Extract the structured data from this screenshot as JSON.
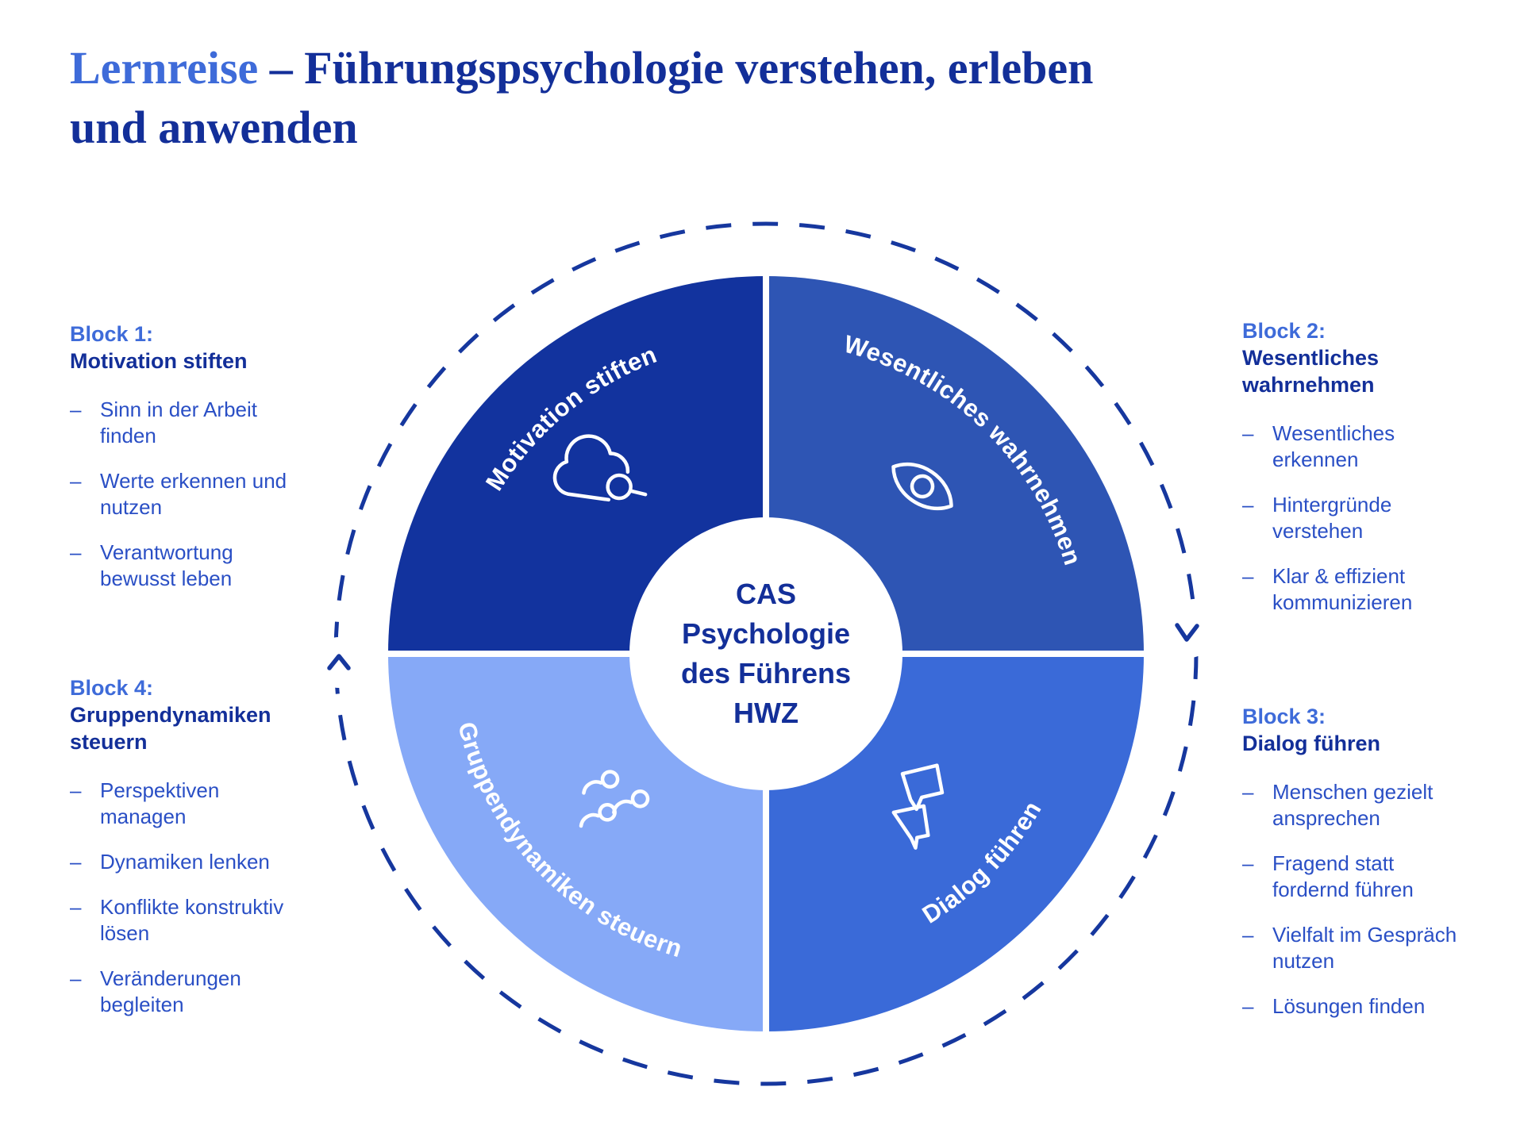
{
  "title": {
    "line1_accent": "Lernreise",
    "line1_rest": " – Führungspsychologie verstehen, erleben",
    "line2": "und anwenden"
  },
  "center": {
    "lines": [
      "CAS",
      "Psychologie",
      "des Führens",
      "HWZ"
    ]
  },
  "quadrants": [
    {
      "label": "Motivation stiften",
      "color": "#12339E",
      "icon": "cloud-search-icon"
    },
    {
      "label": "Wesentliches wahrnehmen",
      "color": "#2E55B4",
      "icon": "eye-icon"
    },
    {
      "label": "Dialog führen",
      "color": "#3A6AD8",
      "icon": "speech-bubbles-icon"
    },
    {
      "label": "Gruppendynamiken steuern",
      "color": "#86A9F7",
      "icon": "people-icon"
    }
  ],
  "bullet_char": "–",
  "blocks": [
    {
      "label": "Block 1:",
      "title": "Motivation stiften",
      "items": [
        "Sinn in der Arbeit finden",
        "Werte erkennen und nutzen",
        "Verantwortung bewusst leben"
      ]
    },
    {
      "label": "Block 2:",
      "title": "Wesentliches wahrnehmen",
      "items": [
        "Wesentliches erkennen",
        "Hintergründe verstehen",
        "Klar & effizient kommunizieren"
      ]
    },
    {
      "label": "Block 3:",
      "title": "Dialog führen",
      "items": [
        "Menschen gezielt ansprechen",
        "Fragend statt fordernd führen",
        "Vielfalt im Gespräch nutzen",
        "Lösungen finden"
      ]
    },
    {
      "label": "Block 4:",
      "title": "Gruppendynamiken steuern",
      "items": [
        "Perspektiven managen",
        "Dynamiken lenken",
        "Konflikte konstruktiv lösen",
        "Veränderungen begleiten"
      ]
    }
  ],
  "colors": {
    "navy": "#132F99",
    "accent": "#3E6BD9",
    "item": "#2A4FC5",
    "outline": "#16379E",
    "white": "#FFFFFF"
  }
}
